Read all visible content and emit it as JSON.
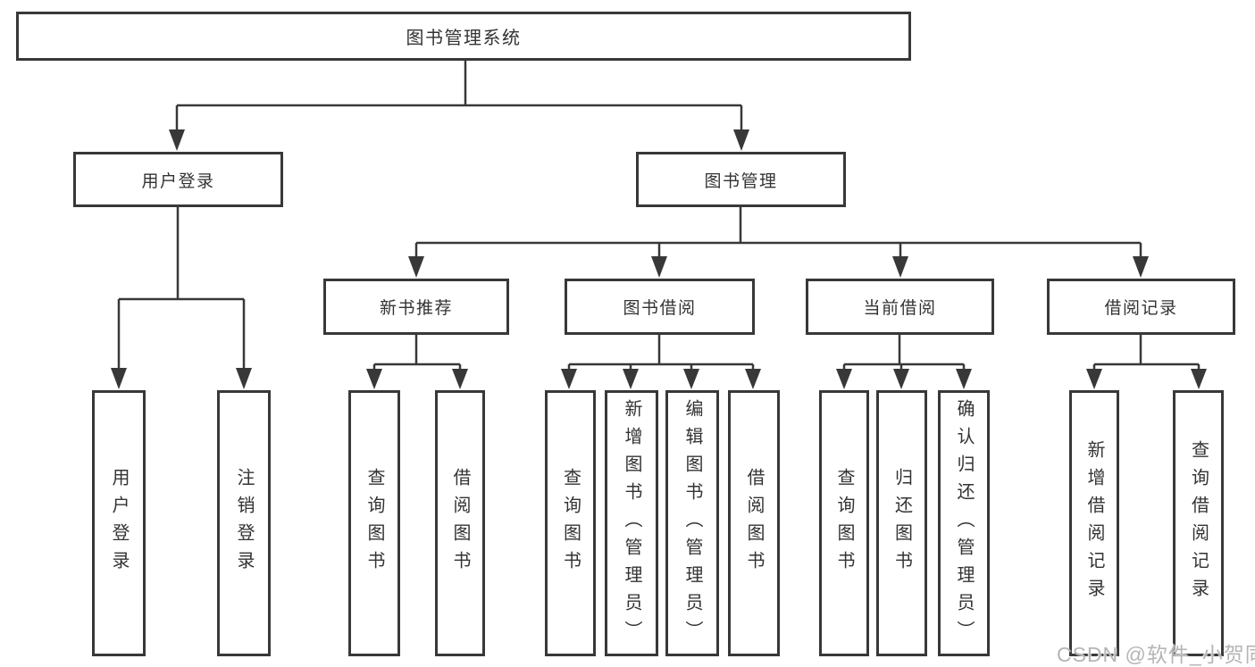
{
  "tree": {
    "label": "图书管理系统",
    "children": [
      {
        "label": "用户登录",
        "children": [
          {
            "label": "用户登录"
          },
          {
            "label": "注销登录"
          }
        ]
      },
      {
        "label": "图书管理",
        "children": [
          {
            "label": "新书推荐",
            "children": [
              {
                "label": "查询图书"
              },
              {
                "label": "借阅图书"
              }
            ]
          },
          {
            "label": "图书借阅",
            "children": [
              {
                "label": "查询图书"
              },
              {
                "label": "新增图书（管理员）"
              },
              {
                "label": "编辑图书（管理员）"
              },
              {
                "label": "借阅图书"
              }
            ]
          },
          {
            "label": "当前借阅",
            "children": [
              {
                "label": "查询图书"
              },
              {
                "label": "归还图书"
              },
              {
                "label": "确认归还（管理员）"
              }
            ]
          },
          {
            "label": "借阅记录",
            "children": [
              {
                "label": "新增借阅记录"
              },
              {
                "label": "查询借阅记录"
              }
            ]
          }
        ]
      }
    ]
  },
  "watermark": {
    "text": "CSDN @软件_小贺同学"
  },
  "colors": {
    "line": "#383838",
    "border": "#383838",
    "text": "#333333",
    "background": "#ffffff",
    "watermark": "#b5b5b5"
  }
}
